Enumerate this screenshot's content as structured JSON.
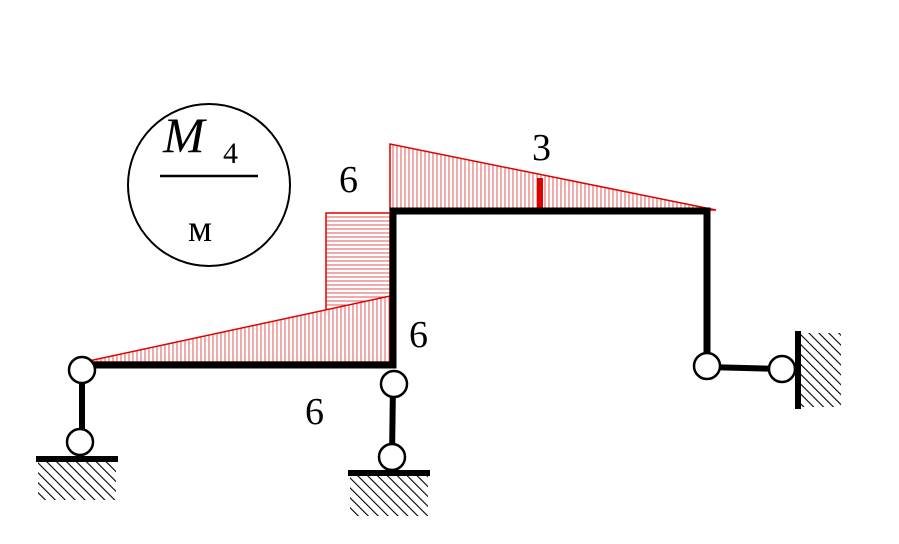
{
  "badge": {
    "symbol": "M",
    "subscript": "4",
    "unit": "м"
  },
  "values": {
    "top_right": "3",
    "top_left": "6",
    "corner": "6",
    "bottom_beam": "6"
  },
  "colors": {
    "structure": "#000000",
    "diagram_stroke": "#e00000",
    "diagram_hatch": "#e06060"
  }
}
